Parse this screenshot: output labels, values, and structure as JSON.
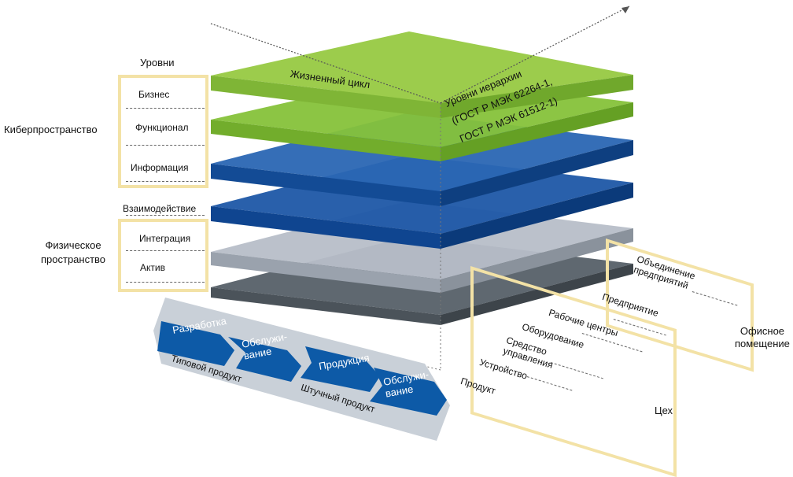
{
  "levels_title": "Уровни",
  "cyber_space": "Киберпространство",
  "physical_space": "Физическое\nпространство",
  "levels": {
    "business": "Бизнес",
    "functional": "Функционал",
    "information": "Информация",
    "interaction": "Взаимодействие",
    "integration": "Интеграция",
    "asset": "Актив"
  },
  "life_cycle": "Жизненный цикл",
  "hierarchy": {
    "line1": "Уровни иерархии",
    "line2": "(ГОСТ Р МЭК 62264-1,",
    "line3": "ГОСТ Р МЭК 61512-1)"
  },
  "office": {
    "items": [
      "Объединение\nпредприятий",
      "Предприятие"
    ],
    "label": "Офисное\nпомещение"
  },
  "workshop": {
    "items": [
      "Рабочие центры",
      "Оборудование",
      "Средство\nуправления",
      "Устройство",
      "Продукт"
    ],
    "label": "Цех"
  },
  "lifecycle_arrow": {
    "type_product": {
      "steps": [
        "Разработка",
        "Обслужи-\nвание"
      ],
      "label": "Типовой продукт"
    },
    "piece_product": {
      "steps": [
        "Продукция",
        "Обслужи-\nвание"
      ],
      "label": "Штучный продукт"
    }
  },
  "colors": {
    "green": "#8cc63f",
    "blue": "#1e5aa8",
    "silver": "#b4bbc5",
    "dark_gray": "#6d767e",
    "frame": "#f3e2a6",
    "arrow_bg": "#c7cfd8",
    "chevron": "#0d5aa7"
  }
}
